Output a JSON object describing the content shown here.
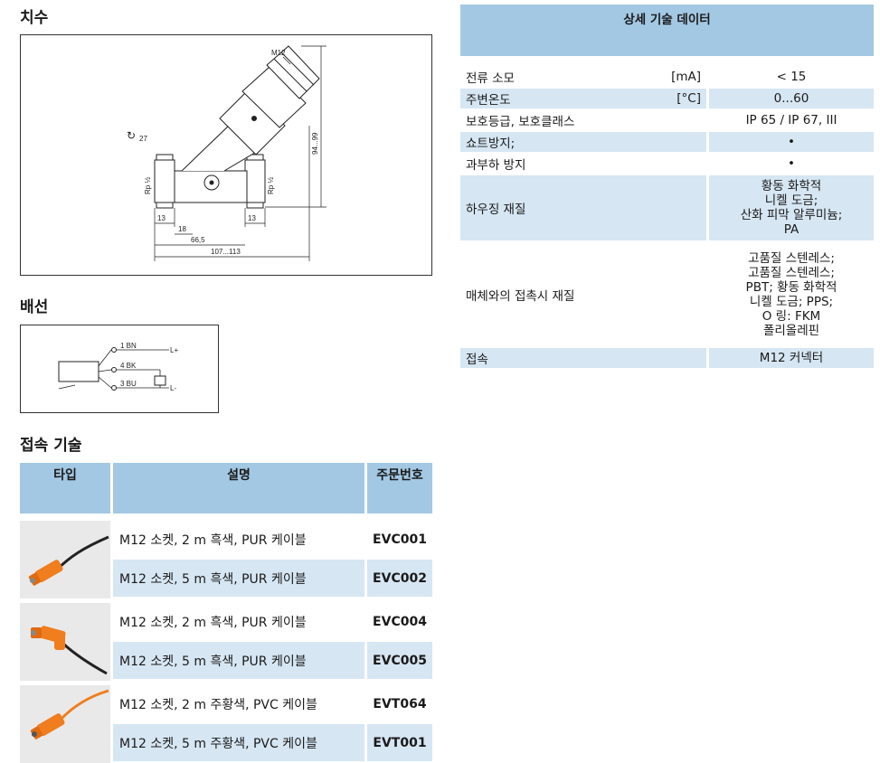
{
  "sections": {
    "dimensions_title": "치수",
    "wiring_title": "배선",
    "accessories_title": "접속 기술"
  },
  "dimensions": {
    "m12": "M12",
    "wrench": "27",
    "rp_left": "Rp ½",
    "rp_right": "Rp ½",
    "height": "94...99",
    "d13a": "13",
    "d18": "18",
    "d13b": "13",
    "d665": "66,5",
    "d107": "107...113"
  },
  "wiring": {
    "w1": "1 BN",
    "w4": "4 BK",
    "w3": "3 BU",
    "lplus": "L+",
    "lminus": "L-"
  },
  "spec": {
    "title": "상세 기술 데이터",
    "rows": [
      {
        "label": "전류 소모",
        "unit": "[mA]",
        "value": "< 15"
      },
      {
        "label": "주변온도",
        "unit": "[°C]",
        "value": "0...60"
      },
      {
        "label": "보호등급, 보호클래스",
        "unit": "",
        "value": "IP 65 / IP 67, III"
      },
      {
        "label": "쇼트방지;",
        "unit": "",
        "value": "•"
      },
      {
        "label": "과부하 방지",
        "unit": "",
        "value": "•"
      },
      {
        "label": "하우징 재질",
        "unit": "",
        "value": [
          "황동 화학적",
          "니켈 도금;",
          "산화 피막 알루미늄;",
          "PA"
        ]
      },
      {
        "label": "매체와의 접촉시 재질",
        "unit": "",
        "value": [
          "고품질 스텐레스;",
          "고품질 스텐레스;",
          "PBT; 황동 화학적",
          "니켈 도금; PPS;",
          "O 링: FKM",
          "폴리올레핀"
        ]
      },
      {
        "label": "접속",
        "unit": "",
        "value": "M12 커넥터"
      }
    ]
  },
  "accessories": {
    "headers": {
      "type": "타입",
      "desc": "설명",
      "order": "주문번호"
    },
    "groups": [
      {
        "icon": "straight-orange-black-cable-icon",
        "items": [
          {
            "desc": "M12 소켓, 2 m 흑색, PUR 케이블",
            "code": "EVC001"
          },
          {
            "desc": "M12 소켓, 5 m 흑색, PUR 케이블",
            "code": "EVC002"
          }
        ]
      },
      {
        "icon": "angled-orange-black-cable-icon",
        "items": [
          {
            "desc": "M12 소켓, 2 m 흑색, PUR 케이블",
            "code": "EVC004"
          },
          {
            "desc": "M12 소켓, 5 m 흑색, PUR 케이블",
            "code": "EVC005"
          }
        ]
      },
      {
        "icon": "straight-orange-cable-icon",
        "items": [
          {
            "desc": "M12 소켓, 2 m 주황색, PVC 케이블",
            "code": "EVT064"
          },
          {
            "desc": "M12 소켓, 5 m 주황색, PVC 케이블",
            "code": "EVT001"
          }
        ]
      }
    ]
  },
  "colors": {
    "header_blue": "#a3c8e4",
    "row_blue": "#d6e6f3",
    "orange": "#f07d1e"
  }
}
